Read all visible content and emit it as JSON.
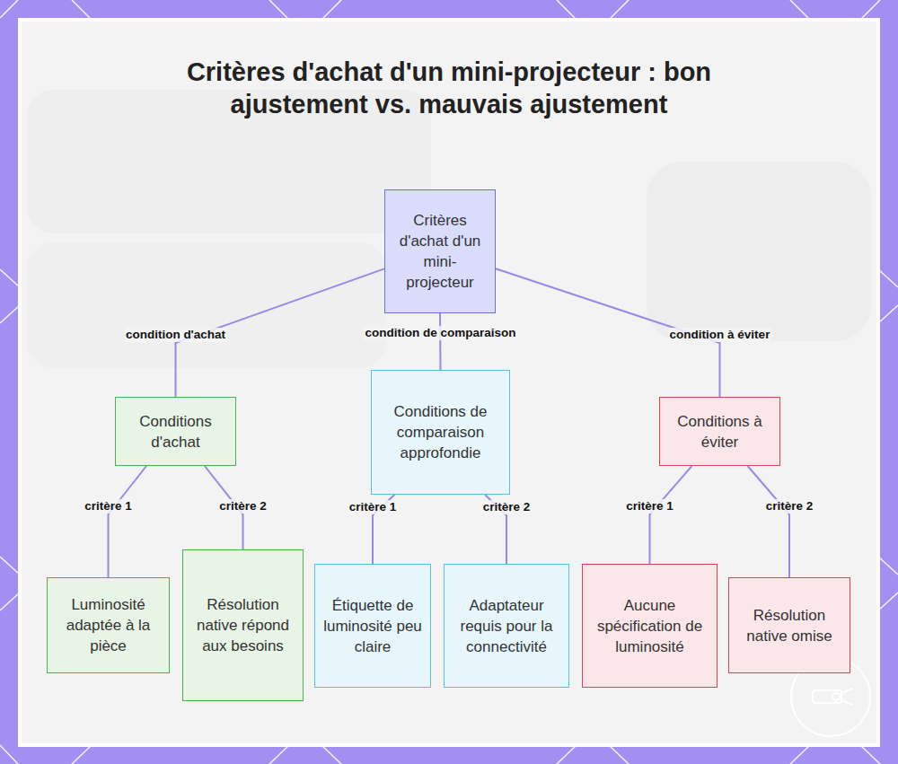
{
  "diagram": {
    "title": "Critères d'achat d'un mini-projecteur : bon ajustement vs. mauvais ajustement",
    "nodes": [
      {
        "text": [
          "Critères d'achat d'un mini-projecteur"
        ]
      },
      {
        "text": [
          "Conditions d'achat"
        ]
      },
      {
        "text": [
          "Conditions de comparaison approfondie"
        ]
      },
      {
        "text": [
          "Conditions à éviter"
        ]
      },
      {
        "text": [
          "Luminosité adaptée à la pièce"
        ]
      },
      {
        "text": [
          "Résolution native répond aux besoins"
        ]
      },
      {
        "text": [
          "Étiquette de luminosité peu claire"
        ]
      },
      {
        "text": [
          "Adaptateur requis pour la connectivité"
        ]
      },
      {
        "text": [
          "Aucune spécification de luminosité"
        ]
      },
      {
        "text": [
          "Résolution native omise"
        ]
      }
    ],
    "edges": [
      {
        "from": 0,
        "to": 1,
        "label": "condition d'achat",
        "arrow": "none"
      },
      {
        "from": 0,
        "to": 2,
        "label": "condition de comparaison",
        "arrow": "none"
      },
      {
        "from": 0,
        "to": 3,
        "label": "condition à éviter",
        "arrow": "none"
      },
      {
        "from": 1,
        "to": 4,
        "label": "critère 1",
        "arrow": "none"
      },
      {
        "from": 1,
        "to": 5,
        "label": "critère 2",
        "arrow": "none"
      },
      {
        "from": 2,
        "to": 6,
        "label": "critère 1",
        "arrow": "none"
      },
      {
        "from": 2,
        "to": 7,
        "label": "critère 2",
        "arrow": "none"
      },
      {
        "from": 3,
        "to": 8,
        "label": "critère 1",
        "arrow": "none"
      },
      {
        "from": 3,
        "to": 9,
        "label": "critère 2",
        "arrow": "none"
      }
    ]
  }
}
